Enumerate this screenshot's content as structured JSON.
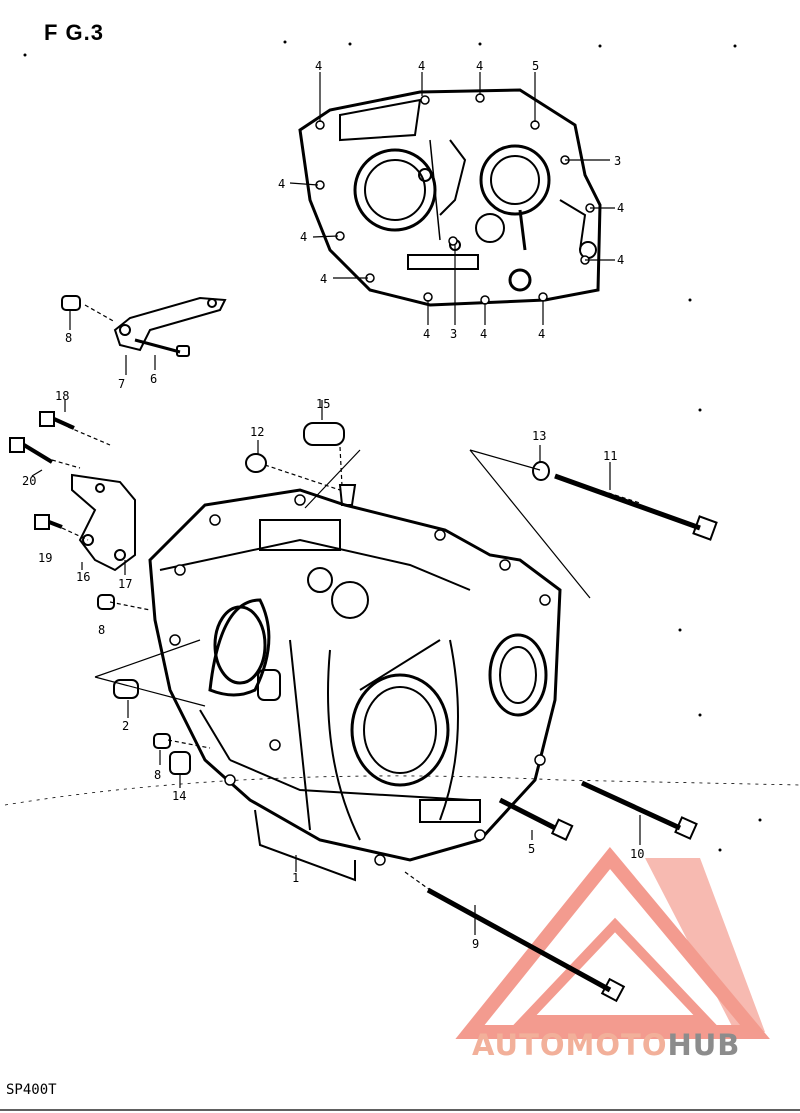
{
  "figure": {
    "title": "F G.3",
    "model_code": "SP400T"
  },
  "watermark": {
    "brand_a": "AUTOMOTO",
    "brand_b": "HUB",
    "color_a": "#f2b09a",
    "color_b": "#8c8c8c",
    "logo_color": "#f07a6a"
  },
  "callouts": {
    "c1": "1",
    "c2": "2",
    "c3a": "3",
    "c3b": "3",
    "c4a": "4",
    "c4b": "4",
    "c4c": "4",
    "c4d": "4",
    "c4e": "4",
    "c4f": "4",
    "c4g": "4",
    "c4h": "4",
    "c4i": "4",
    "c4j": "4",
    "c4k": "4",
    "c5a": "5",
    "c5b": "5",
    "c6": "6",
    "c7": "7",
    "c8a": "8",
    "c8b": "8",
    "c8c": "8",
    "c9": "9",
    "c10": "10",
    "c11": "11",
    "c12": "12",
    "c13": "13",
    "c14": "14",
    "c15": "15",
    "c16": "16",
    "c17": "17",
    "c18": "18",
    "c19": "19",
    "c20": "20"
  }
}
